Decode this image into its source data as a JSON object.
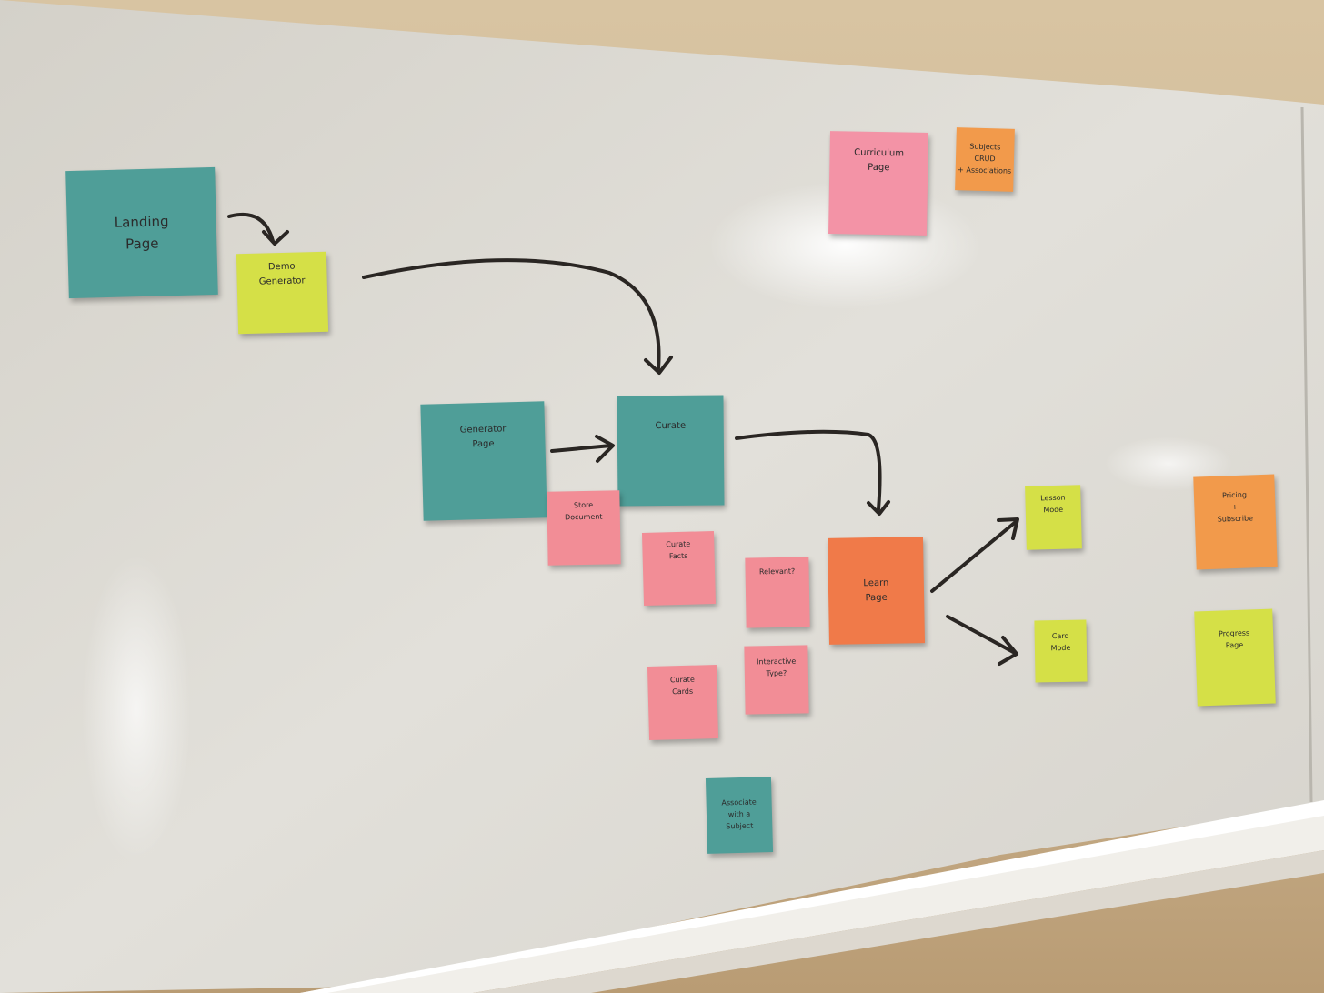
{
  "notes": {
    "landing": {
      "line1": "Landing",
      "line2": "Page"
    },
    "demo": {
      "line1": "Demo",
      "line2": "Generator"
    },
    "curriculum": {
      "line1": "Curriculum",
      "line2": "Page"
    },
    "subjects": {
      "line1": "Subjects",
      "line2": "CRUD",
      "line3": "+ Associations"
    },
    "generator": {
      "line1": "Generator",
      "line2": "Page"
    },
    "curate": {
      "line1": "Curate"
    },
    "store": {
      "line1": "Store",
      "line2": "Document"
    },
    "curate_facts": {
      "line1": "Curate",
      "line2": "Facts"
    },
    "relevant": {
      "line1": "Relevant?"
    },
    "learn": {
      "line1": "Learn",
      "line2": "Page"
    },
    "lesson": {
      "line1": "Lesson",
      "line2": "Mode"
    },
    "card": {
      "line1": "Card",
      "line2": "Mode"
    },
    "pricing": {
      "line1": "Pricing",
      "line2": "+",
      "line3": "Subscribe"
    },
    "progress": {
      "line1": "Progress",
      "line2": "Page"
    },
    "curate_cards": {
      "line1": "Curate",
      "line2": "Cards"
    },
    "interactive": {
      "line1": "Interactive",
      "line2": "Type?"
    },
    "associate": {
      "line1": "Associate",
      "line2": "with a",
      "line3": "Subject"
    }
  },
  "colors": {
    "teal": "#4f9e98",
    "lime": "#d5e047",
    "pink": "#f28d96",
    "orange": "#f29a4b",
    "deep_orange": "#f07a49",
    "marker": "#2a2623",
    "whiteboard": "#dcdad4"
  }
}
